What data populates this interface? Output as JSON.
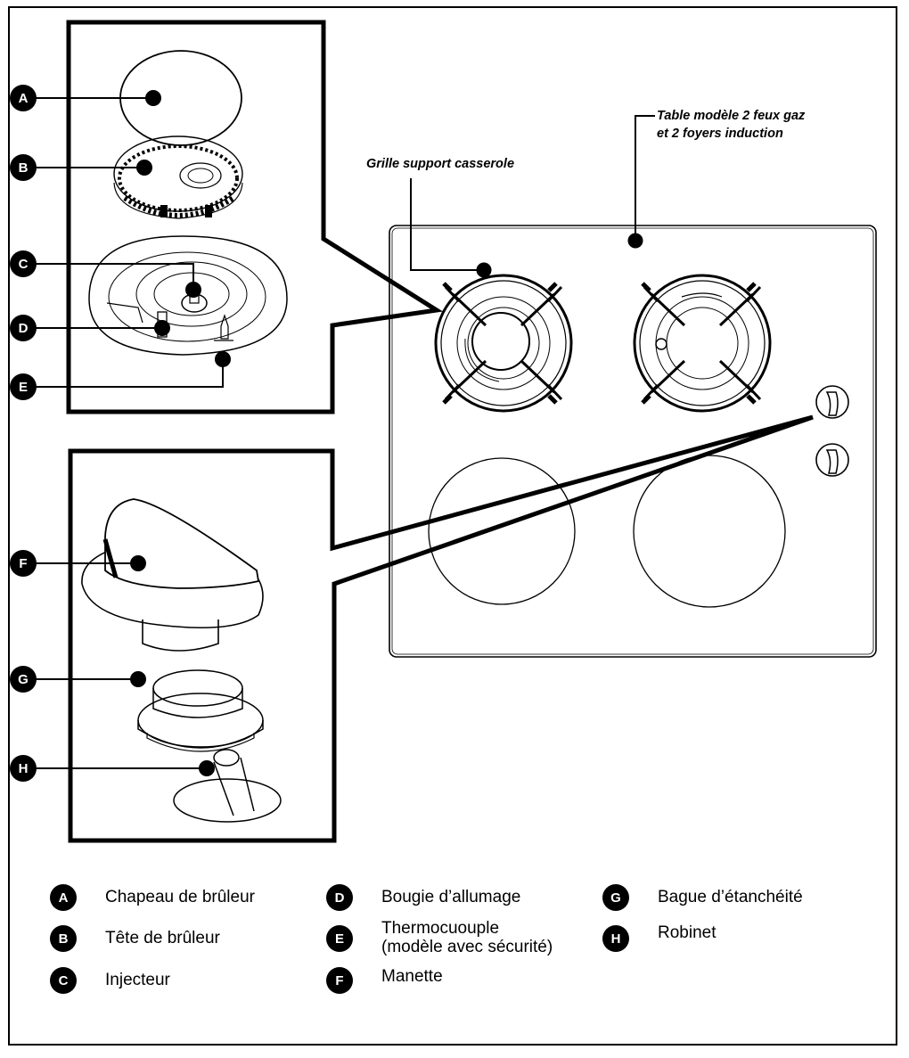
{
  "callouts": {
    "grille": "Grille support casserole",
    "table_line1": "Table modèle 2 feux gaz",
    "table_line2": "et 2 foyers induction"
  },
  "part_letters": [
    "A",
    "B",
    "C",
    "D",
    "E",
    "F",
    "G",
    "H"
  ],
  "legend": [
    {
      "letter": "A",
      "text": "Chapeau de brûleur"
    },
    {
      "letter": "B",
      "text": "Tête de brûleur"
    },
    {
      "letter": "C",
      "text": "Injecteur"
    },
    {
      "letter": "D",
      "text": "Bougie d’allumage"
    },
    {
      "letter": "E",
      "text": "Thermocuouple",
      "text2": "(modèle avec sécurité)"
    },
    {
      "letter": "F",
      "text": "Manette"
    },
    {
      "letter": "G",
      "text": "Bague d’étanchéité"
    },
    {
      "letter": "H",
      "text": "Robinet"
    }
  ]
}
